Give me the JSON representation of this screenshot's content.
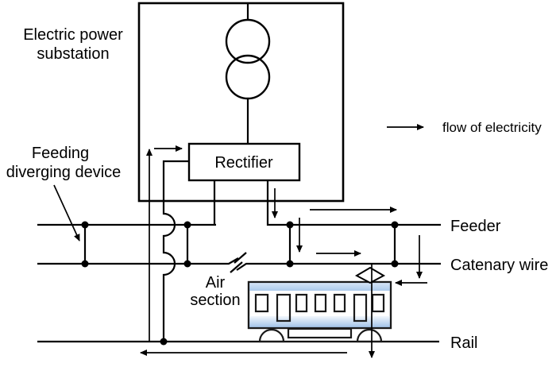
{
  "diagram": {
    "title_labels": {
      "substation_line1": "Electric power",
      "substation_line2": "substation",
      "feeding_line1": "Feeding",
      "feeding_line2": "diverging device",
      "rectifier": "Rectifier",
      "air_line1": "Air",
      "air_line2": "section",
      "feeder": "Feeder",
      "catenary": "Catenary wire",
      "rail": "Rail",
      "legend": "flow of electricity"
    },
    "colors": {
      "line": "#000000",
      "background": "#ffffff",
      "train_fill_light": "#e9f1fb",
      "train_fill_blue": "#a9c7e9",
      "train_stripe_blue": "#b9d3ee",
      "train_outline": "#1a1a1a"
    }
  }
}
